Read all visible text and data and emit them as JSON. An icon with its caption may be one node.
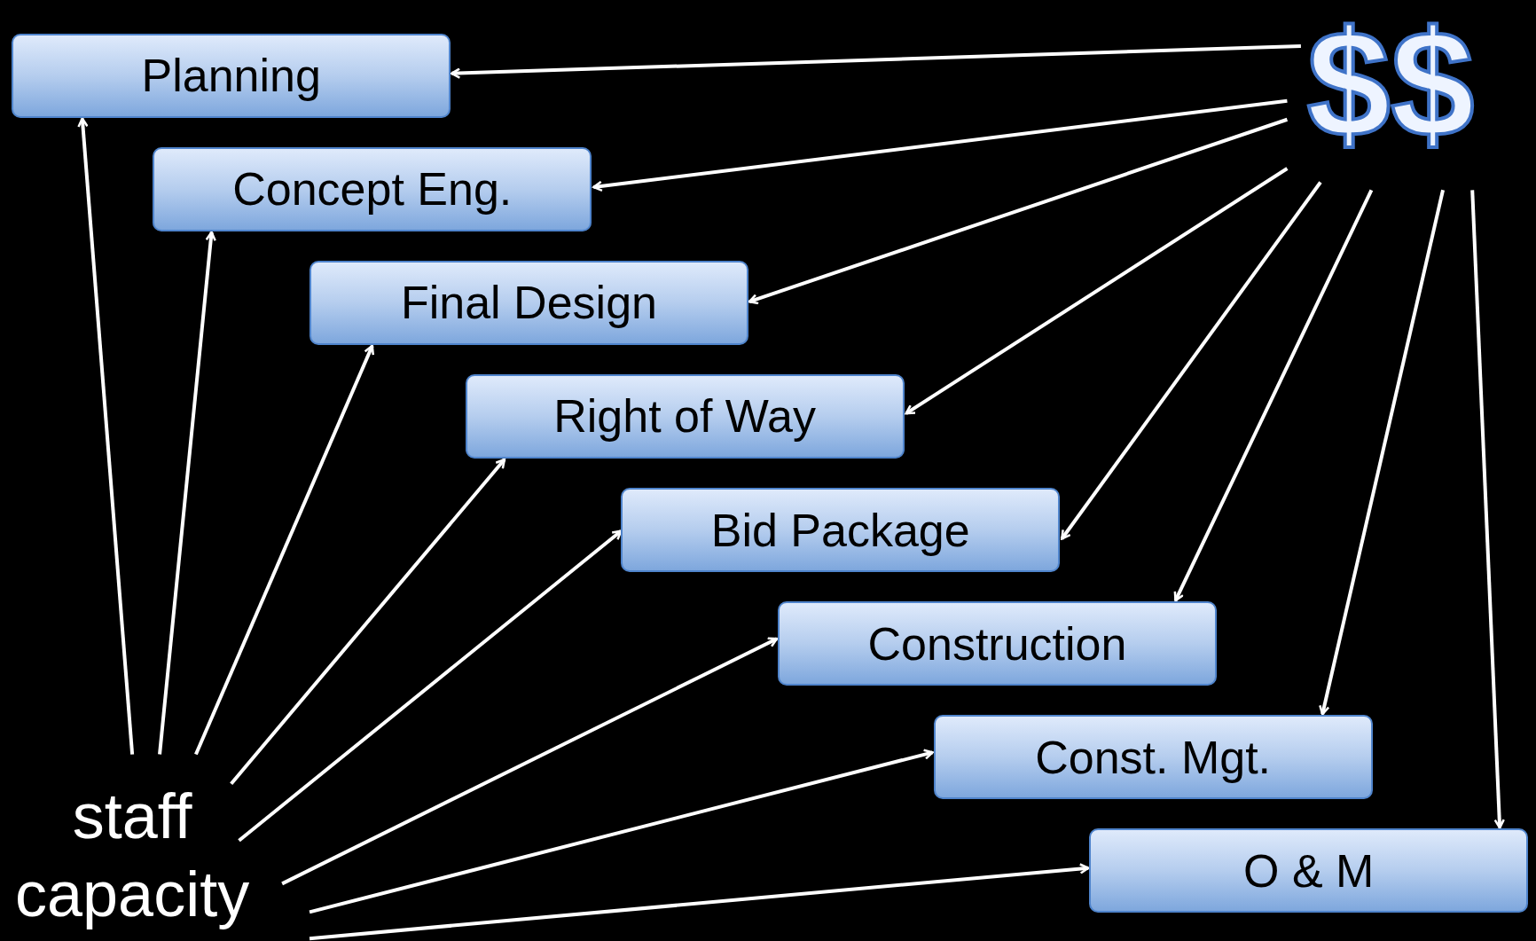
{
  "diagram": {
    "nodes": [
      {
        "text": [
          "Planning"
        ]
      },
      {
        "text": [
          "Concept Eng."
        ]
      },
      {
        "text": [
          "Final Design"
        ]
      },
      {
        "text": [
          "Right of Way"
        ]
      },
      {
        "text": [
          "Bid Package"
        ]
      },
      {
        "text": [
          "Construction"
        ]
      },
      {
        "text": [
          "Const. Mgt."
        ]
      },
      {
        "text": [
          "O & M"
        ]
      },
      {
        "text": [
          "$$"
        ]
      },
      {
        "text": [
          "staff capacity"
        ]
      }
    ],
    "edges": [
      {
        "from": 8,
        "to": 0,
        "arrow": "to"
      },
      {
        "from": 8,
        "to": 1,
        "arrow": "to"
      },
      {
        "from": 8,
        "to": 2,
        "arrow": "to"
      },
      {
        "from": 8,
        "to": 3,
        "arrow": "to"
      },
      {
        "from": 8,
        "to": 4,
        "arrow": "to"
      },
      {
        "from": 8,
        "to": 5,
        "arrow": "to"
      },
      {
        "from": 8,
        "to": 6,
        "arrow": "to"
      },
      {
        "from": 8,
        "to": 7,
        "arrow": "to"
      },
      {
        "from": 9,
        "to": 0,
        "arrow": "to"
      },
      {
        "from": 9,
        "to": 1,
        "arrow": "to"
      },
      {
        "from": 9,
        "to": 2,
        "arrow": "to"
      },
      {
        "from": 9,
        "to": 3,
        "arrow": "to"
      },
      {
        "from": 9,
        "to": 4,
        "arrow": "to"
      },
      {
        "from": 9,
        "to": 5,
        "arrow": "to"
      },
      {
        "from": 9,
        "to": 6,
        "arrow": "to"
      },
      {
        "from": 9,
        "to": 7,
        "arrow": "to"
      }
    ]
  }
}
